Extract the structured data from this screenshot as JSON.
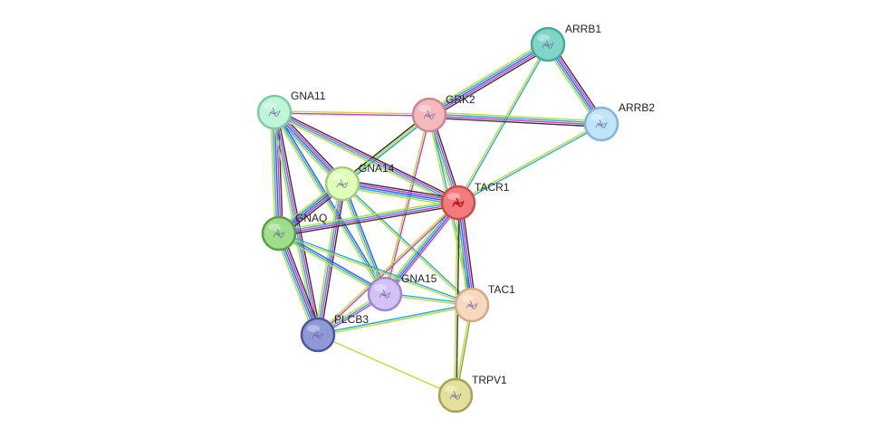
{
  "network": {
    "nodes": [
      {
        "id": "ARRB1",
        "label": "ARRB1",
        "color": "#7fd6c8",
        "stroke": "#4aa89a",
        "icon": "protein-structure-icon"
      },
      {
        "id": "ARRB2",
        "label": "ARRB2",
        "color": "#bfe3f7",
        "stroke": "#7fb6d6",
        "icon": "protein-structure-icon"
      },
      {
        "id": "GRK2",
        "label": "GRK2",
        "color": "#f5b9bd",
        "stroke": "#c98a8f",
        "icon": "protein-structure-icon"
      },
      {
        "id": "GNA11",
        "label": "GNA11",
        "color": "#bdf5d8",
        "stroke": "#7fc9a3",
        "icon": "protein-structure-icon"
      },
      {
        "id": "GNA14",
        "label": "GNA14",
        "color": "#e0ffb8",
        "stroke": "#a8c97f",
        "icon": "protein-structure-icon"
      },
      {
        "id": "TACR1",
        "label": "TACR1",
        "color": "#f47b7b",
        "stroke": "#c94c4c",
        "icon": "protein-structure-icon"
      },
      {
        "id": "GNAQ",
        "label": "GNAQ",
        "color": "#9dde8a",
        "stroke": "#5a9e4a",
        "icon": "protein-structure-icon"
      },
      {
        "id": "GNA15",
        "label": "GNA15",
        "color": "#d2c2f7",
        "stroke": "#9d88d1",
        "icon": "protein-structure-icon"
      },
      {
        "id": "TAC1",
        "label": "TAC1",
        "color": "#f9d9bd",
        "stroke": "#d1a888",
        "icon": "protein-structure-icon"
      },
      {
        "id": "PLCB3",
        "label": "PLCB3",
        "color": "#8f99d6",
        "stroke": "#4c569e",
        "icon": "protein-structure-icon"
      },
      {
        "id": "TRPV1",
        "label": "TRPV1",
        "color": "#e3e09c",
        "stroke": "#a6a25c",
        "icon": "protein-structure-icon"
      }
    ],
    "edge_colors": {
      "black": "#333333",
      "magenta": "#cc33cc",
      "blue": "#3355ee",
      "cyan": "#22aadd",
      "yellowgreen": "#bbdd33",
      "olive": "#999944"
    },
    "edges": [
      {
        "a": "ARRB1",
        "b": "GRK2",
        "colors": [
          "black",
          "magenta",
          "blue",
          "cyan",
          "yellowgreen"
        ]
      },
      {
        "a": "ARRB1",
        "b": "ARRB2",
        "colors": [
          "black",
          "magenta",
          "blue",
          "cyan",
          "yellowgreen"
        ]
      },
      {
        "a": "ARRB1",
        "b": "TACR1",
        "colors": [
          "cyan",
          "yellowgreen"
        ]
      },
      {
        "a": "ARRB2",
        "b": "GRK2",
        "colors": [
          "black",
          "magenta",
          "cyan",
          "yellowgreen"
        ]
      },
      {
        "a": "ARRB2",
        "b": "TACR1",
        "colors": [
          "cyan",
          "yellowgreen"
        ]
      },
      {
        "a": "GRK2",
        "b": "GNA11",
        "colors": [
          "magenta",
          "yellowgreen"
        ]
      },
      {
        "a": "GRK2",
        "b": "GNA14",
        "colors": [
          "cyan",
          "yellowgreen",
          "olive"
        ]
      },
      {
        "a": "GRK2",
        "b": "GNAQ",
        "colors": [
          "cyan",
          "yellowgreen",
          "black"
        ]
      },
      {
        "a": "GRK2",
        "b": "TACR1",
        "colors": [
          "black",
          "magenta",
          "cyan",
          "yellowgreen"
        ]
      },
      {
        "a": "GRK2",
        "b": "GNA15",
        "colors": [
          "magenta",
          "yellowgreen"
        ]
      },
      {
        "a": "GRK2",
        "b": "TAC1",
        "colors": [
          "cyan",
          "yellowgreen"
        ]
      },
      {
        "a": "GNA11",
        "b": "GNA14",
        "colors": [
          "black",
          "magenta",
          "blue",
          "cyan",
          "yellowgreen"
        ]
      },
      {
        "a": "GNA11",
        "b": "TACR1",
        "colors": [
          "black",
          "magenta",
          "cyan",
          "yellowgreen"
        ]
      },
      {
        "a": "GNA11",
        "b": "GNAQ",
        "colors": [
          "black",
          "magenta",
          "blue",
          "cyan",
          "yellowgreen"
        ]
      },
      {
        "a": "GNA11",
        "b": "PLCB3",
        "colors": [
          "black",
          "magenta",
          "cyan",
          "yellowgreen"
        ]
      },
      {
        "a": "GNA11",
        "b": "GNA15",
        "colors": [
          "blue",
          "cyan",
          "yellowgreen"
        ]
      },
      {
        "a": "GNA14",
        "b": "TACR1",
        "colors": [
          "black",
          "magenta",
          "blue",
          "cyan",
          "yellowgreen"
        ]
      },
      {
        "a": "GNA14",
        "b": "GNAQ",
        "colors": [
          "black",
          "magenta",
          "blue",
          "cyan",
          "yellowgreen"
        ]
      },
      {
        "a": "GNA14",
        "b": "GNA15",
        "colors": [
          "blue",
          "cyan",
          "yellowgreen"
        ]
      },
      {
        "a": "GNA14",
        "b": "PLCB3",
        "colors": [
          "black",
          "magenta",
          "cyan",
          "yellowgreen"
        ]
      },
      {
        "a": "GNA14",
        "b": "TAC1",
        "colors": [
          "cyan",
          "yellowgreen"
        ]
      },
      {
        "a": "TACR1",
        "b": "GNAQ",
        "colors": [
          "black",
          "magenta",
          "cyan",
          "yellowgreen"
        ]
      },
      {
        "a": "TACR1",
        "b": "GNA15",
        "colors": [
          "magenta",
          "blue",
          "cyan",
          "yellowgreen"
        ]
      },
      {
        "a": "TACR1",
        "b": "TAC1",
        "colors": [
          "black",
          "magenta",
          "blue",
          "cyan",
          "yellowgreen"
        ]
      },
      {
        "a": "TACR1",
        "b": "PLCB3",
        "colors": [
          "magenta",
          "yellowgreen"
        ]
      },
      {
        "a": "TACR1",
        "b": "TRPV1",
        "colors": [
          "black",
          "yellowgreen"
        ]
      },
      {
        "a": "GNAQ",
        "b": "GNA15",
        "colors": [
          "blue",
          "cyan",
          "yellowgreen"
        ]
      },
      {
        "a": "GNAQ",
        "b": "PLCB3",
        "colors": [
          "black",
          "magenta",
          "blue",
          "cyan",
          "yellowgreen"
        ]
      },
      {
        "a": "GNAQ",
        "b": "TAC1",
        "colors": [
          "cyan",
          "yellowgreen"
        ]
      },
      {
        "a": "GNA15",
        "b": "PLCB3",
        "colors": [
          "magenta",
          "cyan",
          "yellowgreen"
        ]
      },
      {
        "a": "GNA15",
        "b": "TAC1",
        "colors": [
          "cyan",
          "yellowgreen"
        ]
      },
      {
        "a": "PLCB3",
        "b": "TAC1",
        "colors": [
          "cyan",
          "yellowgreen"
        ]
      },
      {
        "a": "PLCB3",
        "b": "TRPV1",
        "colors": [
          "yellowgreen"
        ]
      },
      {
        "a": "TAC1",
        "b": "TRPV1",
        "colors": [
          "olive",
          "yellowgreen"
        ]
      }
    ]
  }
}
